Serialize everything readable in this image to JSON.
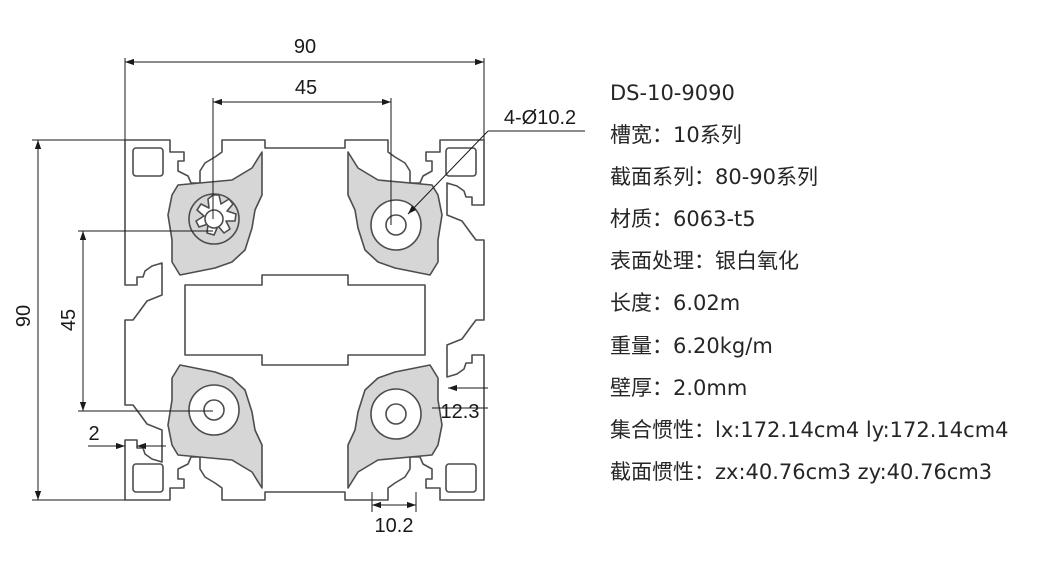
{
  "colors": {
    "profile_fill": "#d6d6d6",
    "outline": "#4d4d4d",
    "text": "#262626"
  },
  "dimensions": {
    "overall_width": "90",
    "slot_pitch_horizontal": "45",
    "bore_callout": "4-Ø10.2",
    "overall_height": "90",
    "slot_pitch_vertical": "45",
    "lip_thickness": "2",
    "slot_depth": "12.3",
    "slot_width": "10.2"
  },
  "specs": [
    {
      "label": "",
      "value": "DS-10-9090"
    },
    {
      "label": "槽宽：",
      "value": "10系列"
    },
    {
      "label": "截面系列：",
      "value": "80-90系列"
    },
    {
      "label": "材质：",
      "value": "6063-t5"
    },
    {
      "label": "表面处理：",
      "value": "银白氧化"
    },
    {
      "label": "长度：",
      "value": "6.02m"
    },
    {
      "label": "重量：",
      "value": "6.20kg/m"
    },
    {
      "label": "壁厚：",
      "value": "2.0mm"
    },
    {
      "label": "集合惯性：",
      "value": "lx:172.14cm4 ly:172.14cm4"
    },
    {
      "label": "截面惯性：",
      "value": "zx:40.76cm3 zy:40.76cm3"
    }
  ]
}
